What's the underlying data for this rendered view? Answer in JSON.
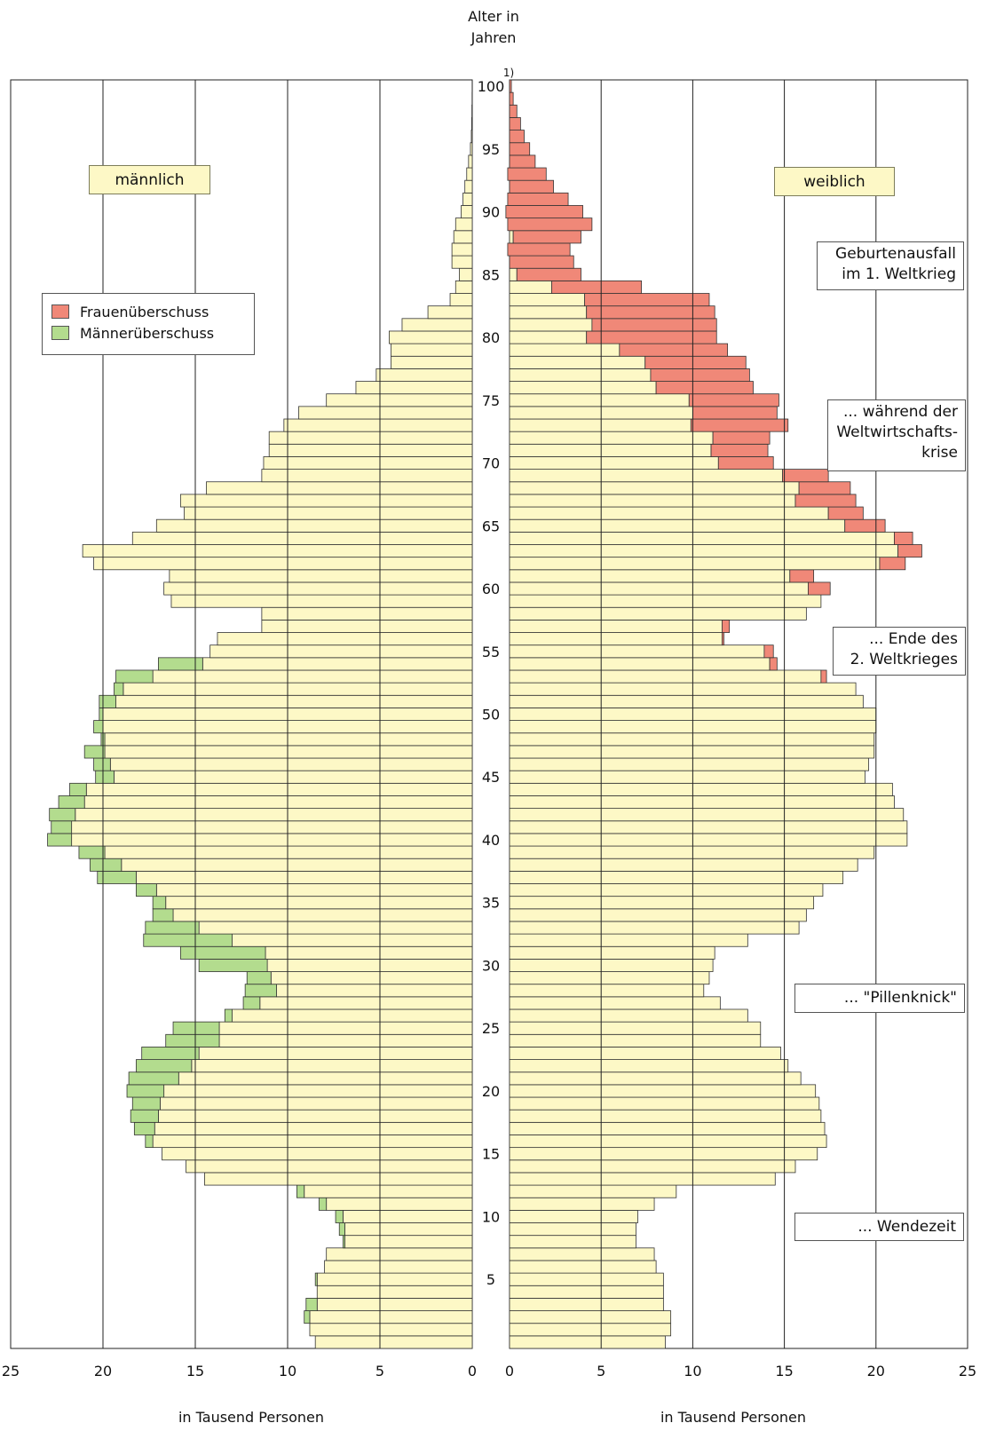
{
  "header": {
    "axis_title_line1": "Alter in",
    "axis_title_line2": "Jahren",
    "footnote_marker": "1)"
  },
  "sex_labels": {
    "male": "männlich",
    "female": "weiblich"
  },
  "legend": {
    "items": [
      {
        "label": "Frauenüberschuss",
        "color": "#f08878"
      },
      {
        "label": "Männerüberschuss",
        "color": "#b3dc8e"
      }
    ]
  },
  "annotations": {
    "ww1": [
      "Geburtenausfall",
      "im 1. Weltkrieg"
    ],
    "crisis": [
      "... während der",
      "Weltwirtschafts-",
      "krise"
    ],
    "ww2": [
      "... Ende des",
      "2. Weltkrieges"
    ],
    "pill": [
      "... \"Pillenknick\""
    ],
    "wende": [
      "... Wendezeit"
    ]
  },
  "x_axis_unit": "in Tausend Personen",
  "colors": {
    "base": "#fdf8c6",
    "women_surplus": "#f08878",
    "men_surplus": "#b3dc8e",
    "edge": "#333333",
    "grid": "#222222"
  },
  "chart_data": {
    "type": "bar",
    "subtype": "population-pyramid",
    "y_axis_label": "Alter in Jahren",
    "y_ticks": [
      5,
      10,
      15,
      20,
      25,
      30,
      35,
      40,
      45,
      50,
      55,
      60,
      65,
      70,
      75,
      80,
      85,
      90,
      95,
      100
    ],
    "x_ticks": [
      25,
      20,
      15,
      10,
      5,
      0
    ],
    "xlim": [
      0,
      25
    ],
    "ylim": [
      0,
      100
    ],
    "x_unit": "in Tausend Personen",
    "ages": [
      0,
      1,
      2,
      3,
      4,
      5,
      6,
      7,
      8,
      9,
      10,
      11,
      12,
      13,
      14,
      15,
      16,
      17,
      18,
      19,
      20,
      21,
      22,
      23,
      24,
      25,
      26,
      27,
      28,
      29,
      30,
      31,
      32,
      33,
      34,
      35,
      36,
      37,
      38,
      39,
      40,
      41,
      42,
      43,
      44,
      45,
      46,
      47,
      48,
      49,
      50,
      51,
      52,
      53,
      54,
      55,
      56,
      57,
      58,
      59,
      60,
      61,
      62,
      63,
      64,
      65,
      66,
      67,
      68,
      69,
      70,
      71,
      72,
      73,
      74,
      75,
      76,
      77,
      78,
      79,
      80,
      81,
      82,
      83,
      84,
      85,
      86,
      87,
      88,
      89,
      90,
      91,
      92,
      93,
      94,
      95,
      96,
      97,
      98,
      99,
      100
    ],
    "series": [
      {
        "name": "männlich",
        "values": [
          8.5,
          8.8,
          9.1,
          9.0,
          8.4,
          8.5,
          8.0,
          7.9,
          7.0,
          7.2,
          7.4,
          8.3,
          9.5,
          14.5,
          15.5,
          16.8,
          17.7,
          18.3,
          18.5,
          18.4,
          18.7,
          18.6,
          18.2,
          17.9,
          16.6,
          16.2,
          13.4,
          12.4,
          12.3,
          12.2,
          14.8,
          15.8,
          17.8,
          17.7,
          17.3,
          17.3,
          18.2,
          20.3,
          20.7,
          21.3,
          23.0,
          22.8,
          22.9,
          22.4,
          21.8,
          20.4,
          20.5,
          21.0,
          20.1,
          20.5,
          20.2,
          20.2,
          19.4,
          19.3,
          17.0,
          14.2,
          13.8,
          11.4,
          11.4,
          16.3,
          16.7,
          16.4,
          20.5,
          21.1,
          18.4,
          17.1,
          15.6,
          15.8,
          14.4,
          11.4,
          11.3,
          11.0,
          11.0,
          10.2,
          9.4,
          7.9,
          6.3,
          5.2,
          4.4,
          4.4,
          4.5,
          3.8,
          2.4,
          1.2,
          0.9,
          0.7,
          1.1,
          1.1,
          1.0,
          0.9,
          0.6,
          0.5,
          0.4,
          0.3,
          0.2,
          0.1,
          0.05,
          0.03,
          0.02,
          0.01,
          0.0
        ]
      },
      {
        "name": "weiblich",
        "values": [
          8.5,
          8.8,
          8.8,
          8.4,
          8.4,
          8.4,
          8.0,
          7.9,
          6.9,
          6.9,
          7.0,
          7.9,
          9.1,
          14.5,
          15.6,
          16.8,
          17.3,
          17.2,
          17.0,
          16.9,
          16.7,
          15.9,
          15.2,
          14.8,
          13.7,
          13.7,
          13.0,
          11.5,
          10.6,
          10.9,
          11.1,
          11.2,
          13.0,
          15.8,
          16.2,
          16.6,
          17.1,
          18.2,
          19.0,
          19.9,
          21.7,
          21.7,
          21.5,
          21.0,
          20.9,
          19.4,
          19.6,
          19.9,
          19.9,
          20.0,
          20.0,
          19.3,
          18.9,
          17.3,
          14.6,
          14.4,
          11.7,
          12.0,
          16.2,
          17.0,
          17.5,
          16.6,
          21.6,
          22.5,
          22.0,
          20.5,
          19.3,
          18.9,
          18.6,
          17.4,
          14.4,
          14.1,
          14.2,
          15.2,
          14.6,
          14.7,
          13.3,
          13.1,
          12.9,
          11.9,
          11.3,
          11.3,
          11.2,
          10.9,
          7.2,
          3.9,
          3.5,
          3.3,
          3.9,
          4.5,
          4.0,
          3.2,
          2.4,
          2.0,
          1.4,
          1.1,
          0.8,
          0.6,
          0.4,
          0.2,
          0.1
        ]
      }
    ],
    "surplus_series": [
      {
        "name": "Männerüberschuss",
        "values": [
          0,
          0,
          0.3,
          0.6,
          0,
          0.1,
          0,
          0,
          0.1,
          0.3,
          0.4,
          0.4,
          0.4,
          0,
          0,
          0,
          0.4,
          1.1,
          1.5,
          1.5,
          2.0,
          2.7,
          3.0,
          3.1,
          2.9,
          2.5,
          0.4,
          0.9,
          1.7,
          1.3,
          3.7,
          4.6,
          4.8,
          2.9,
          1.1,
          0.7,
          1.1,
          2.1,
          1.7,
          1.4,
          1.3,
          1.1,
          1.4,
          1.4,
          0.9,
          1.0,
          0.9,
          1.1,
          0.2,
          0.5,
          0.2,
          0.9,
          0.5,
          2.0,
          2.4,
          0,
          0,
          0,
          0,
          0,
          0,
          0,
          0,
          0,
          0,
          0,
          0,
          0,
          0,
          0,
          0,
          0,
          0,
          0,
          0,
          0,
          0,
          0,
          0,
          0,
          0,
          0,
          0,
          0,
          0,
          0,
          0,
          0,
          0,
          0,
          0,
          0,
          0,
          0,
          0,
          0,
          0,
          0,
          0,
          0,
          0
        ]
      },
      {
        "name": "Frauenüberschuss",
        "values": [
          0,
          0,
          0,
          0,
          0,
          0,
          0,
          0,
          0,
          0,
          0,
          0,
          0,
          0,
          0,
          0,
          0,
          0,
          0,
          0,
          0,
          0,
          0,
          0,
          0,
          0,
          0,
          0,
          0,
          0,
          0,
          0,
          0,
          0,
          0,
          0,
          0,
          0,
          0,
          0,
          0,
          0,
          0,
          0,
          0,
          0,
          0,
          0,
          0,
          0,
          0,
          0,
          0,
          0.3,
          0.4,
          0.5,
          0.1,
          0.4,
          0,
          0,
          1.2,
          1.3,
          1.4,
          1.3,
          1.0,
          2.2,
          1.9,
          3.3,
          2.8,
          2.5,
          3.0,
          3.1,
          3.1,
          5.3,
          4.6,
          4.9,
          5.3,
          5.4,
          5.5,
          5.9,
          7.1,
          6.8,
          7.0,
          6.8,
          4.9,
          3.5,
          3.5,
          3.4,
          3.7,
          4.6,
          4.2,
          3.3,
          2.4,
          2.1,
          1.4,
          1.1,
          0.8,
          0.6,
          0.4,
          0.2,
          0.1
        ]
      }
    ]
  }
}
